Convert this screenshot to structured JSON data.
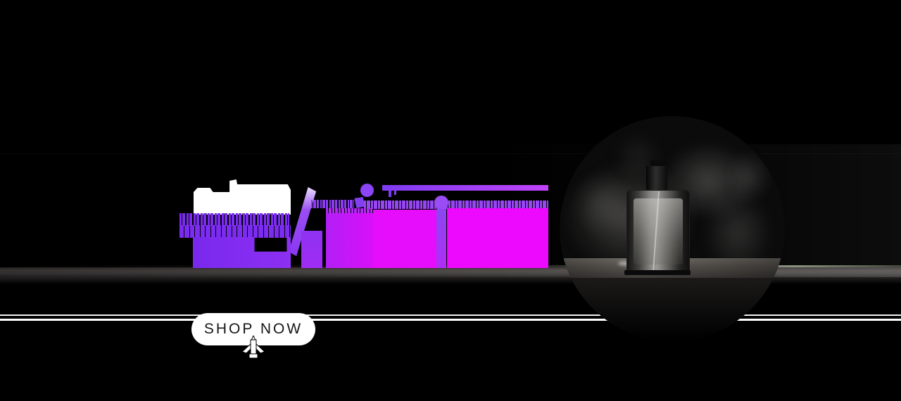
{
  "cta": {
    "label": "SHOP NOW",
    "background": "#ffffff",
    "text_color": "#161616"
  },
  "colors": {
    "page_background": "#000000",
    "headline_highlight": "#ffffff",
    "headline_violet": "#7b2cf0",
    "headline_purple": "#a02cf4",
    "headline_magenta": "#ec09fd",
    "divider_lines": "#ffffff",
    "shelf_gray": "#4b4848"
  },
  "icons": {
    "cursor": "click-cursor-icon"
  },
  "image": {
    "shape": "circle",
    "subject": "perfume-bottle-with-smoke"
  }
}
